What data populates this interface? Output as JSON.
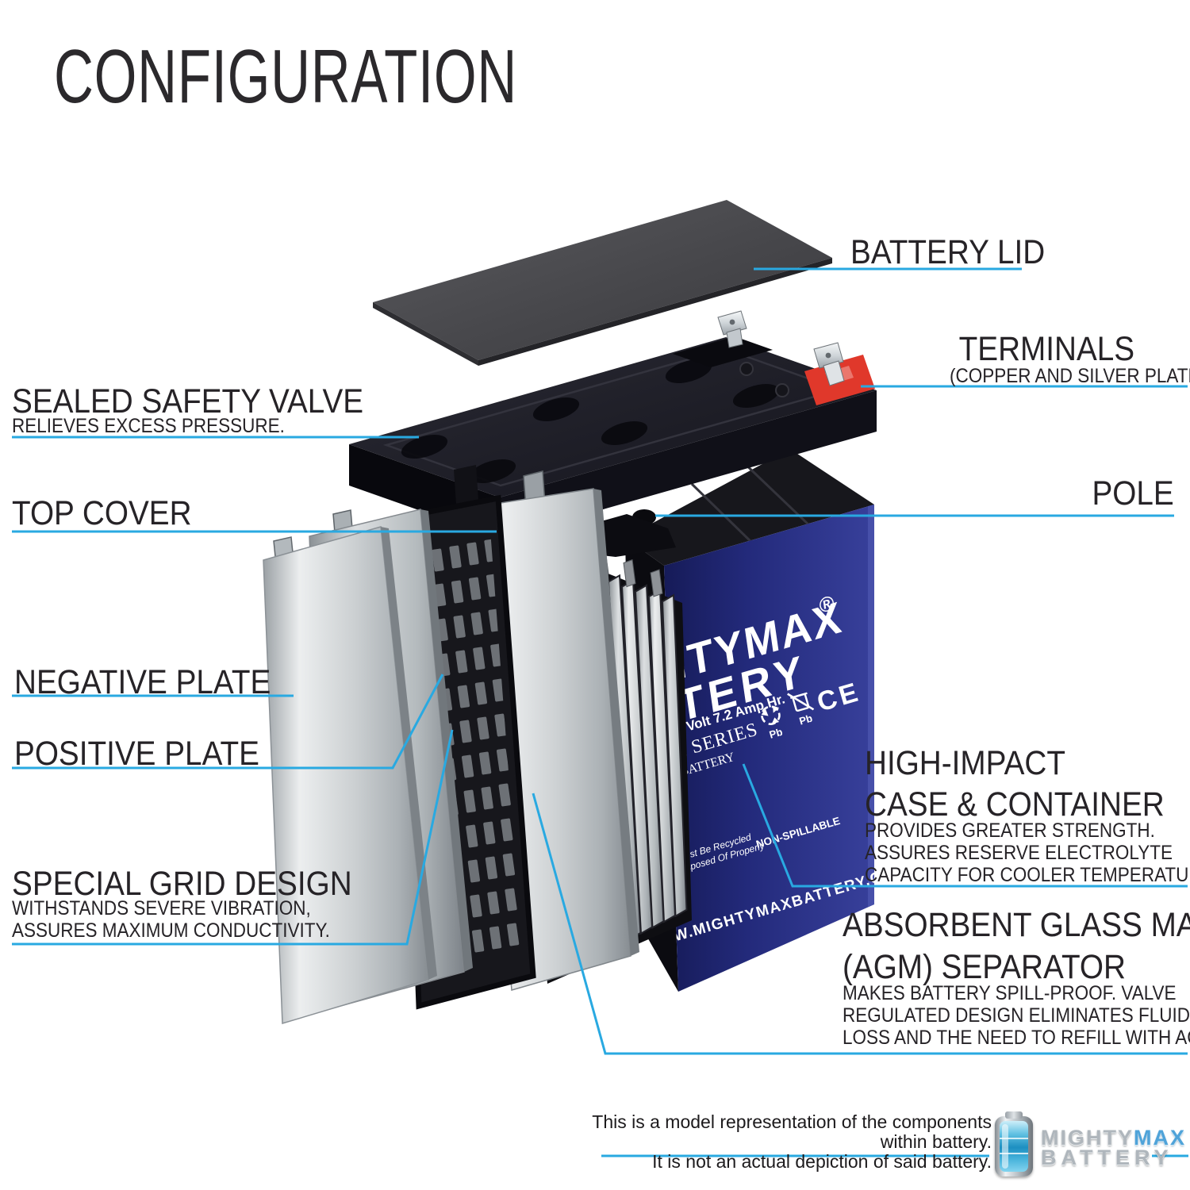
{
  "title": "CONFIGURATION",
  "callouts": {
    "battery_lid": {
      "title": "BATTERY LID"
    },
    "terminals": {
      "title": "TERMINALS",
      "sub": "(COPPER AND SILVER PLATED)"
    },
    "sealed_safety_valve": {
      "title": "SEALED SAFETY VALVE",
      "sub": "RELIEVES EXCESS PRESSURE."
    },
    "top_cover": {
      "title": "TOP COVER"
    },
    "pole": {
      "title": "POLE"
    },
    "negative_plate": {
      "title": "NEGATIVE PLATE"
    },
    "positive_plate": {
      "title": "POSITIVE PLATE"
    },
    "special_grid_design": {
      "title": "SPECIAL GRID DESIGN",
      "sub": [
        "WITHSTANDS SEVERE VIBRATION,",
        "ASSURES MAXIMUM CONDUCTIVITY."
      ]
    },
    "high_impact_case": {
      "title": [
        "HIGH-IMPACT",
        "CASE & CONTAINER"
      ],
      "sub": [
        "PROVIDES GREATER STRENGTH.",
        "ASSURES RESERVE ELECTROLYTE",
        "CAPACITY FOR COOLER TEMPERATURES."
      ]
    },
    "agm_separator": {
      "title": [
        "ABSORBENT GLASS MAT",
        "(AGM) SEPARATOR"
      ],
      "sub": [
        "MAKES BATTERY SPILL-PROOF. VALVE",
        "REGULATED DESIGN ELIMINATES FLUID",
        "LOSS AND THE NEED TO REFILL WITH ACID."
      ]
    }
  },
  "battery_print": {
    "brand": "MIGHTYMAX",
    "brand_reg": "®",
    "brand2": "BATTERY",
    "spec": "GEL 12 Volt 7.2 Amp Hr.",
    "series": "E GEL SERIES",
    "series2": "LE GEL BATTERY",
    "pb1": "Pb",
    "pb2": "Pb",
    "ce": "CE",
    "recycle1": "Must Be Recycled",
    "recycle2": "Or Disposed Of Properly",
    "non_spillable": "NON-SPILLABLE",
    "website": "WWW.MIGHTYMAXBATTERY.COM"
  },
  "footer": {
    "disclaimer": [
      "This is a model representation of the components within battery.",
      "It is not an actual depiction of said battery."
    ],
    "logo": {
      "mighty": "MIGHTY",
      "max": "MAX",
      "battery": "BATTERY"
    }
  },
  "colors": {
    "accent": "#29A9E1",
    "case_blue": "#232A7B",
    "terminal_red": "#E0382B",
    "text": "#262327"
  }
}
